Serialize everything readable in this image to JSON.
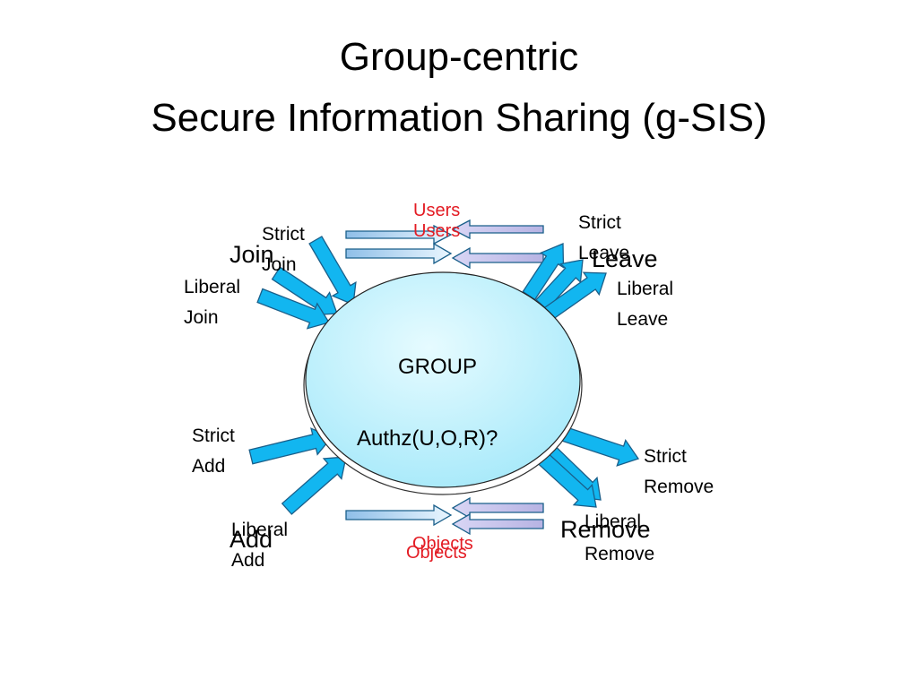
{
  "title": {
    "line1": "Group-centric",
    "line2": "Secure Information Sharing (g-SIS)"
  },
  "group": {
    "label": "GROUP",
    "authz": "Authz(U,O,R)?"
  },
  "users": {
    "label_front": "Users",
    "label_back": "Users"
  },
  "objects": {
    "label_front": "Objects",
    "label_back": "Objects"
  },
  "join": {
    "big": "Join",
    "strict": [
      "Strict",
      "Join"
    ],
    "liberal": [
      "Liberal",
      "Join"
    ]
  },
  "leave": {
    "big": "Leave",
    "strict": [
      "Strict",
      "Leave"
    ],
    "liberal": [
      "Liberal",
      "Leave"
    ]
  },
  "add": {
    "big": "Add",
    "strict": [
      "Strict",
      "Add"
    ],
    "liberal": [
      "Liberal",
      "Add"
    ]
  },
  "remove": {
    "big": "Remove",
    "strict": [
      "Strict",
      "Remove"
    ],
    "liberal": [
      "Liberal",
      "Remove"
    ]
  },
  "colors": {
    "arrow_fill": "#12b6f0",
    "arrow_stroke": "#1a5f8a",
    "ellipse_light": "#e6fbff",
    "ellipse_dark": "#a6e9fa",
    "cycle_blue": "#8fbfe8",
    "cycle_lilac": "#b7b3e3",
    "label_red": "#e31b23"
  }
}
